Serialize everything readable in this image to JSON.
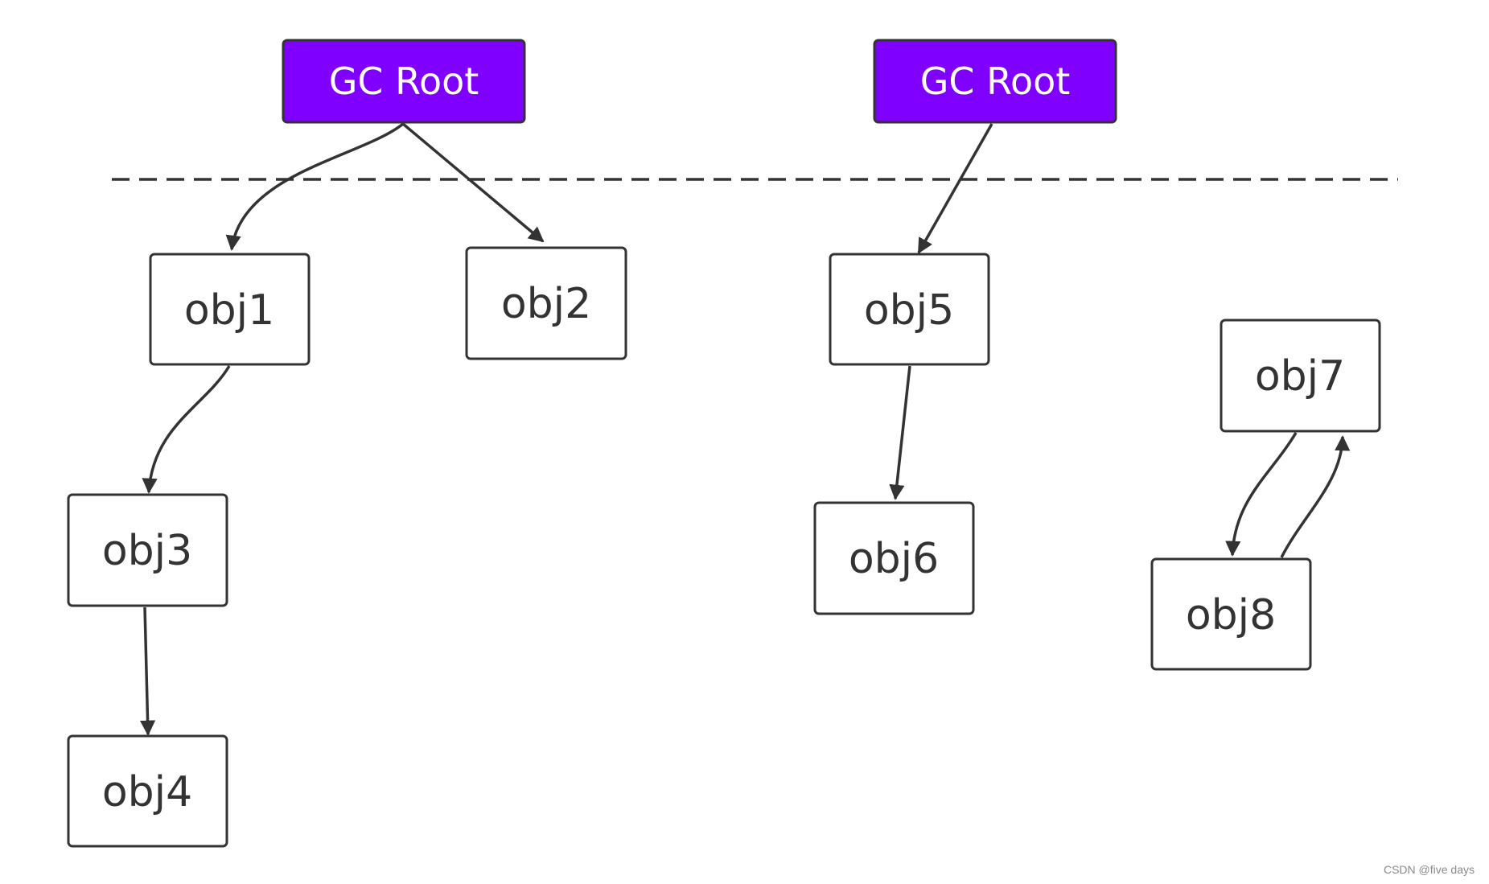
{
  "colors": {
    "root_fill": "#7f00ff",
    "stroke": "#333333",
    "node_text": "#333333",
    "root_text": "#ffffff"
  },
  "diagram": {
    "roots": [
      {
        "id": "root-a",
        "label": "GC Root"
      },
      {
        "id": "root-b",
        "label": "GC Root"
      }
    ],
    "objects": [
      {
        "id": "obj1",
        "label": "obj1"
      },
      {
        "id": "obj2",
        "label": "obj2"
      },
      {
        "id": "obj3",
        "label": "obj3"
      },
      {
        "id": "obj4",
        "label": "obj4"
      },
      {
        "id": "obj5",
        "label": "obj5"
      },
      {
        "id": "obj6",
        "label": "obj6"
      },
      {
        "id": "obj7",
        "label": "obj7"
      },
      {
        "id": "obj8",
        "label": "obj8"
      }
    ],
    "edges": [
      {
        "from": "root-a",
        "to": "obj1"
      },
      {
        "from": "root-a",
        "to": "obj2"
      },
      {
        "from": "obj1",
        "to": "obj3"
      },
      {
        "from": "obj3",
        "to": "obj4"
      },
      {
        "from": "root-b",
        "to": "obj5"
      },
      {
        "from": "obj5",
        "to": "obj6"
      },
      {
        "from": "obj7",
        "to": "obj8"
      },
      {
        "from": "obj8",
        "to": "obj7"
      }
    ]
  },
  "watermark": "CSDN @five days"
}
